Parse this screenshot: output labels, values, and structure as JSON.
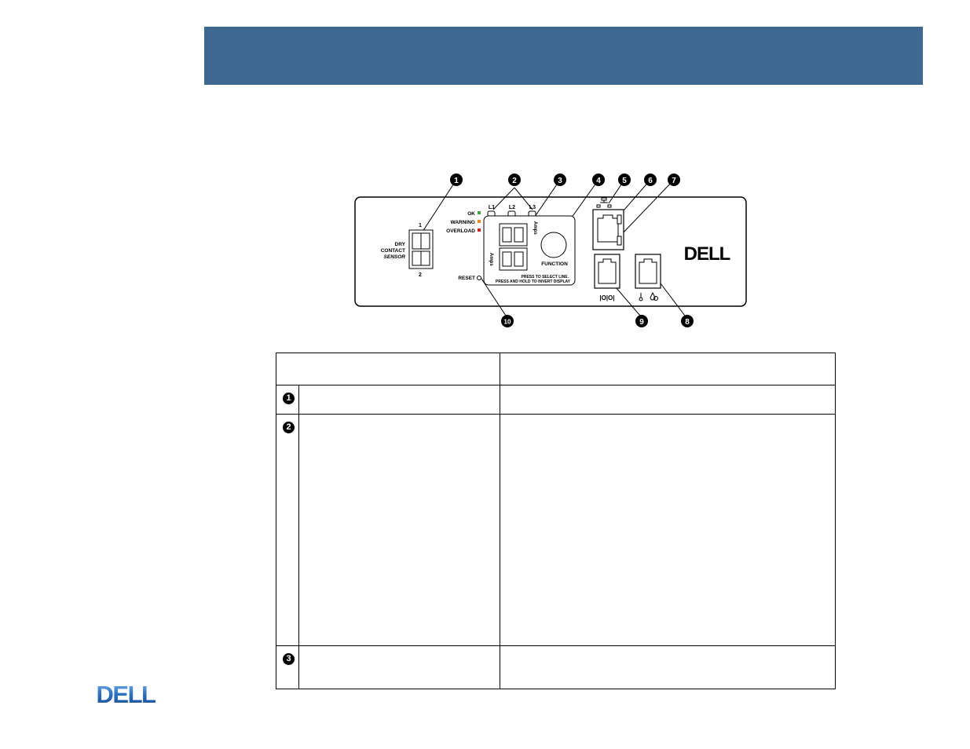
{
  "colors": {
    "banner": "#3f6891",
    "ok_led": "#3aa63a",
    "warning_led": "#e8891a",
    "overload_led": "#d62020",
    "logo_blue": "#2a6fc4"
  },
  "diagram": {
    "callouts": [
      "1",
      "2",
      "3",
      "4",
      "5",
      "6",
      "7",
      "8",
      "9",
      "10"
    ],
    "dry_contact": {
      "top_num": "1",
      "line1": "DRY",
      "line2": "CONTACT",
      "line3": "SENSOR",
      "bottom_num": "2"
    },
    "leds": {
      "ok": "OK",
      "warning": "WARNING",
      "overload": "OVERLOAD"
    },
    "lines": [
      "L1",
      "L2",
      "L3"
    ],
    "amps_label": "Amps",
    "function_label": "FUNCTION",
    "press_line1": "PRESS TO SELECT LINE.",
    "press_line2": "PRESS AND HOLD TO INVERT DISPLAY",
    "reset_label": "RESET",
    "serial_label": "|O|O|",
    "brand": "DELL"
  },
  "table": {
    "headers": [
      "",
      ""
    ],
    "rows": [
      {
        "marker": "1",
        "item": "",
        "description": ""
      },
      {
        "marker": "2",
        "item": "",
        "description": ""
      },
      {
        "marker": "3",
        "item": "",
        "description": ""
      }
    ]
  },
  "footer": {
    "brand": "DELL"
  }
}
